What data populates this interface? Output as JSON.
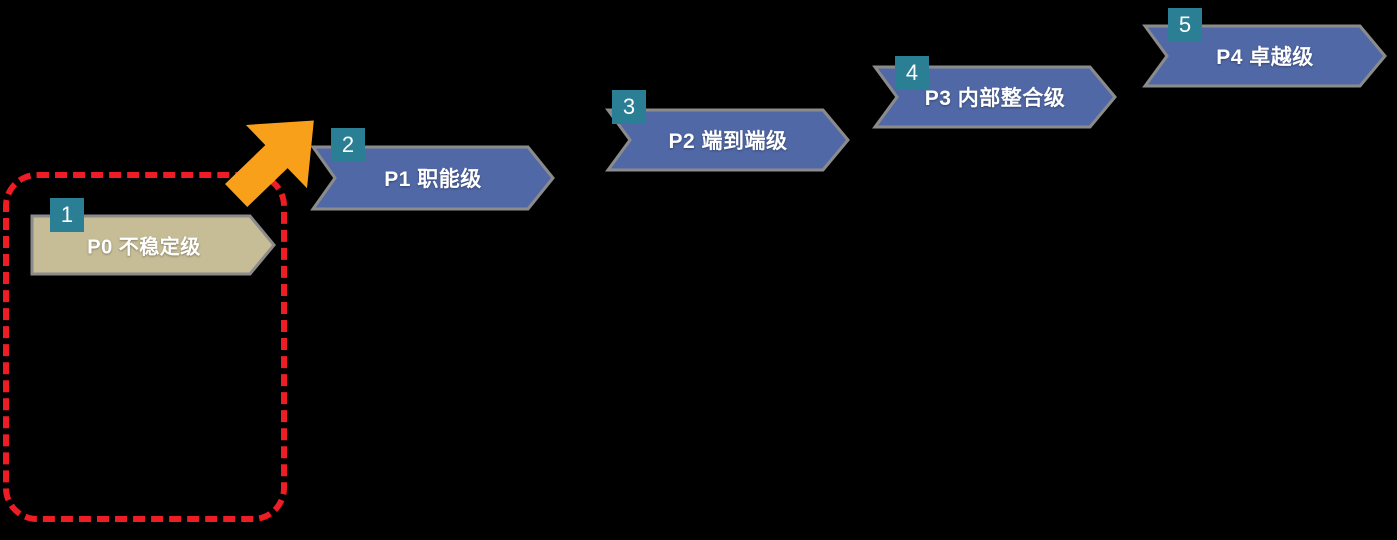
{
  "diagram": {
    "title": "",
    "type": "maturity-staircase",
    "background_color": "#000000",
    "colors": {
      "stage_blue": "#5068a6",
      "stage_blue_border": "#8b8b8b",
      "stage_current": "#c6bd97",
      "stage_current_border": "#8b8b8b",
      "badge_teal": "#2a7f94",
      "arrow_orange": "#f9a01b",
      "highlight_red": "#ee1c25",
      "label_text": "#ffffff"
    },
    "stages": [
      {
        "badge": "1",
        "label": "P0 不稳定级",
        "level": "P0",
        "name": "不稳定级",
        "state": "current"
      },
      {
        "badge": "2",
        "label": "P1 职能级",
        "level": "P1",
        "name": "职能级",
        "state": "next"
      },
      {
        "badge": "3",
        "label": "P2  端到端级",
        "level": "P2",
        "name": "端到端级",
        "state": "future"
      },
      {
        "badge": "4",
        "label": "P3 内部整合级",
        "level": "P3",
        "name": "内部整合级",
        "state": "future"
      },
      {
        "badge": "5",
        "label": "P4 卓越级",
        "level": "P4",
        "name": "卓越级",
        "state": "future"
      }
    ],
    "annotations": {
      "progress_arrow": "orange-arrow-p0-to-p1",
      "highlight_region": "red-dashed-focus-on-p0"
    }
  }
}
